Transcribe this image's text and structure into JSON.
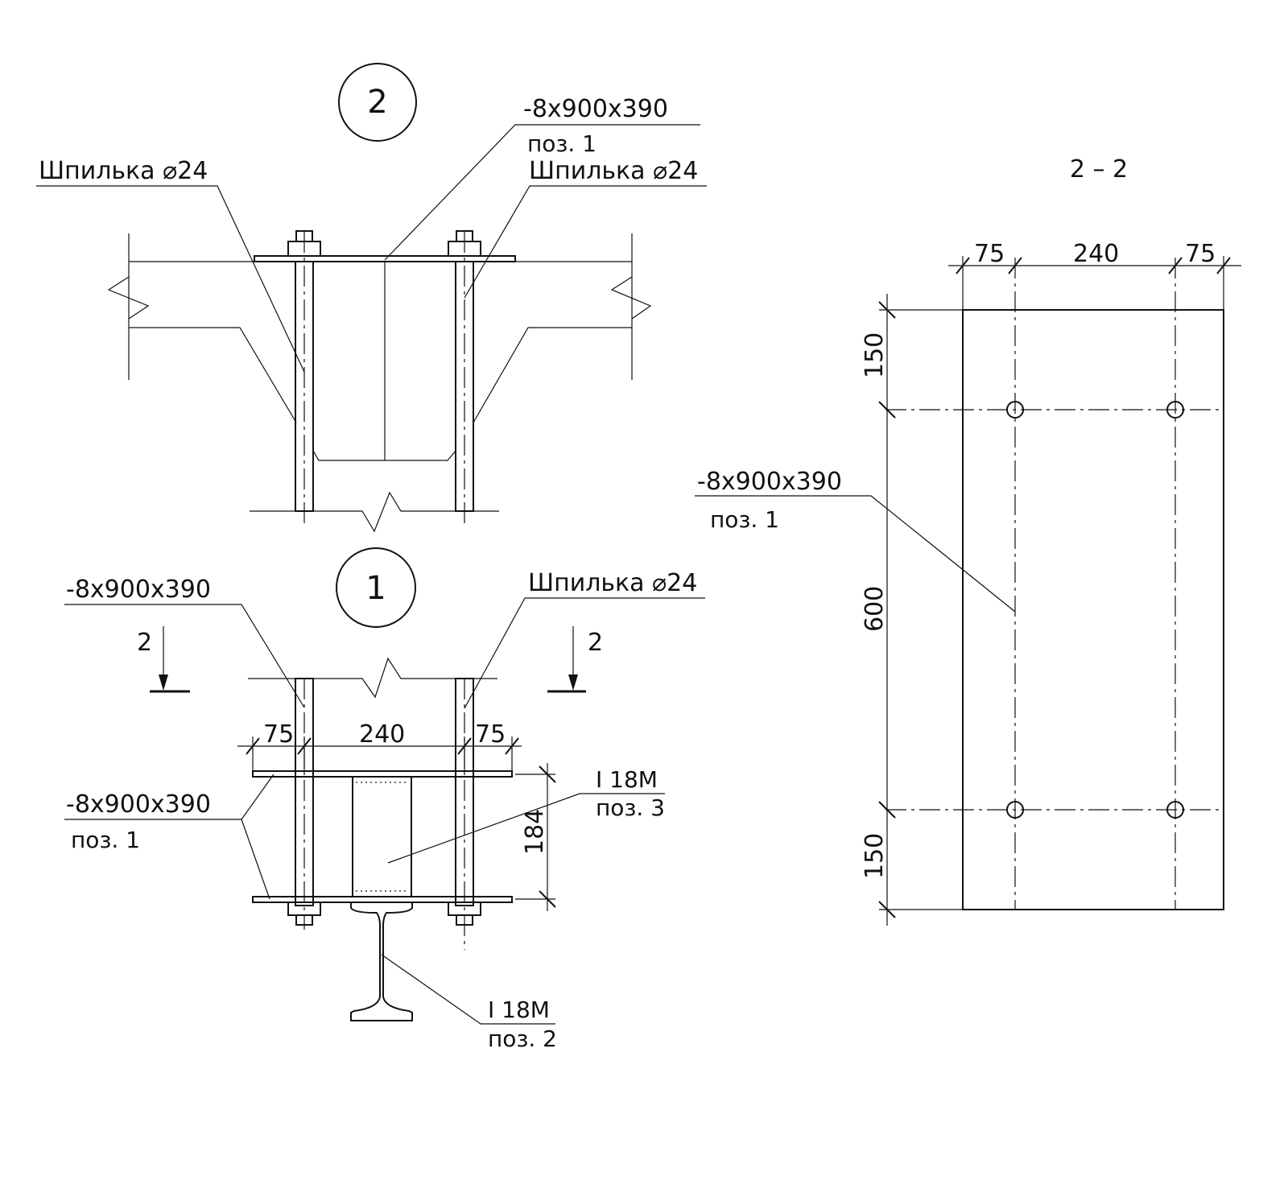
{
  "upper_view": {
    "marker": "2",
    "plate_label": "-8x900x390",
    "plate_pos": "поз. 1",
    "stud_left": "Шпилька ⌀24",
    "stud_right": "Шпилька ⌀24"
  },
  "lower_view": {
    "marker": "1",
    "plate_top_label": "-8x900x390",
    "stud_right": "Шпилька ⌀24",
    "section_mark_left": "2",
    "section_mark_right": "2",
    "dim_left": "75",
    "dim_mid": "240",
    "dim_right": "75",
    "dim_height": "184",
    "plate_label": "-8x900x390",
    "plate_pos": "поз. 1",
    "beam_top_label": "I 18M",
    "beam_top_pos": "поз. 3",
    "beam_bottom_label": "I 18M",
    "beam_bottom_pos": "поз. 2"
  },
  "section_view": {
    "title": "2 – 2",
    "dim_top_left": "75",
    "dim_top_mid": "240",
    "dim_top_right": "75",
    "dim_side_top": "150",
    "dim_side_mid": "600",
    "dim_side_bottom": "150",
    "plate_label": "-8x900x390",
    "plate_pos": "поз. 1"
  }
}
